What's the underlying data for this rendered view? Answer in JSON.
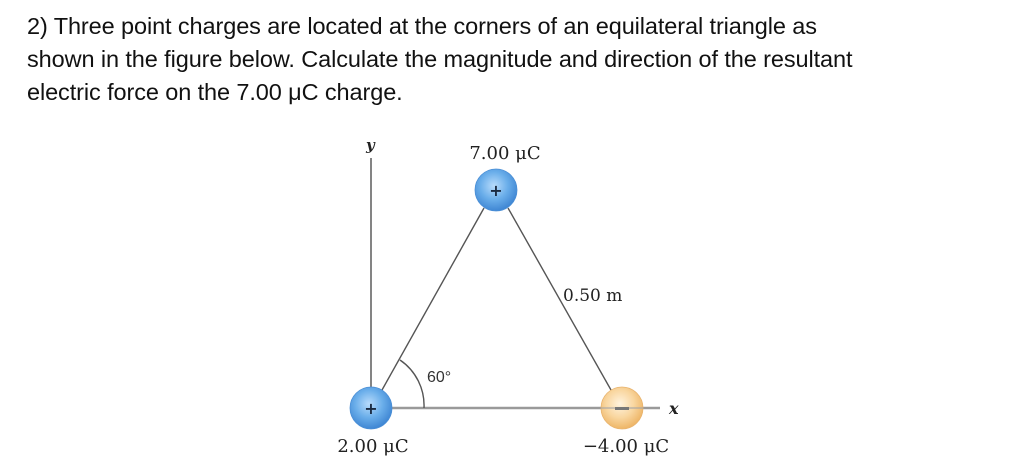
{
  "question": {
    "lines": [
      "2) Three point charges are located at the corners of an equilateral triangle as",
      "shown in the figure below. Calculate the magnitude and direction of the resultant",
      "electric force on the 7.00 μC charge."
    ]
  },
  "figure": {
    "axes": {
      "y_label": "y",
      "x_label": "x"
    },
    "charges": [
      {
        "label": "7.00 μC",
        "sign": "+",
        "color": "#5fa3e6",
        "position": "top"
      },
      {
        "label": "2.00 μC",
        "sign": "+",
        "color": "#5fa3e6",
        "position": "bottom-left"
      },
      {
        "label": "−4.00 μC",
        "sign": "−",
        "color": "#f6c27a",
        "position": "bottom-right"
      }
    ],
    "side_length_label": "0.50 m",
    "angle_label": "60°",
    "colors": {
      "positive_charge": "#5fa3e6",
      "negative_charge": "#f6c27a",
      "line": "#555555",
      "axis": "#999999"
    }
  }
}
